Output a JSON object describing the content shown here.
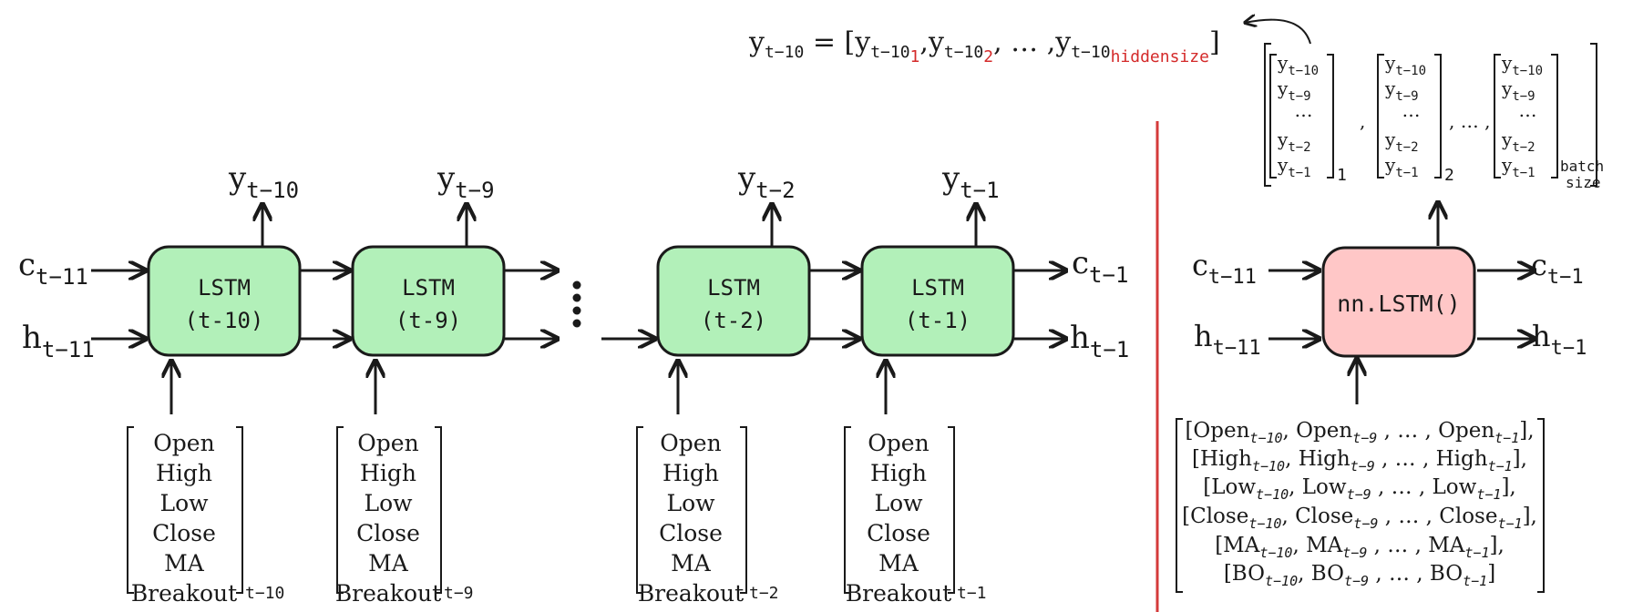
{
  "colors": {
    "cell_fill": "#b2f0b9",
    "cell_stroke": "#1a1a1a",
    "torch_fill": "#ffc7c7",
    "divider": "#d43a3a",
    "highlight_index": "#d42a2a",
    "ink": "#1a1a1a"
  },
  "top_equation": {
    "lhs_base": "y",
    "lhs_sub": "t−10",
    "equals": "=",
    "open": "[",
    "term_base": "y",
    "term_sub": "t−10",
    "idx1": "1",
    "idx2": "2",
    "idx_last": "hiddensize",
    "sep": ",",
    "ellipsis": "…",
    "close": "]"
  },
  "left_section": {
    "cells": [
      {
        "line1": "LSTM",
        "line2": "(t-10)",
        "output_base": "y",
        "output_sub": "t−10",
        "input_sub": "t−10"
      },
      {
        "line1": "LSTM",
        "line2": "(t-9)",
        "output_base": "y",
        "output_sub": "t−9",
        "input_sub": "t−9"
      },
      {
        "line1": "LSTM",
        "line2": "(t-2)",
        "output_base": "y",
        "output_sub": "t−2",
        "input_sub": "t−2"
      },
      {
        "line1": "LSTM",
        "line2": "(t-1)",
        "output_base": "y",
        "output_sub": "t−1",
        "input_sub": "t−1"
      }
    ],
    "feature_names": [
      "Open",
      "High",
      "Low",
      "Close",
      "MA",
      "Breakout"
    ],
    "c_in": {
      "base": "c",
      "sub": "t−11"
    },
    "h_in": {
      "base": "h",
      "sub": "t−11"
    },
    "c_out": {
      "base": "c",
      "sub": "t−1"
    },
    "h_out": {
      "base": "h",
      "sub": "t−1"
    },
    "vertical_ellipsis": "⋮"
  },
  "right_section": {
    "module_label": "nn.LSTM()",
    "c_in": {
      "base": "c",
      "sub": "t−11"
    },
    "h_in": {
      "base": "h",
      "sub": "t−11"
    },
    "c_out": {
      "base": "c",
      "sub": "t−1"
    },
    "h_out": {
      "base": "h",
      "sub": "t−1"
    },
    "output_vector": [
      "y",
      "y",
      "…",
      "y",
      "y"
    ],
    "output_vector_subs": [
      "t−10",
      "t−9",
      "",
      "t−2",
      "t−1"
    ],
    "batch_subs": [
      "1",
      "2",
      "batch",
      "size"
    ],
    "batch_sep": ",",
    "batch_ellipsis": ", … ,",
    "input_rows": [
      {
        "name": "Open",
        "punct": "],"
      },
      {
        "name": "High",
        "punct": "],"
      },
      {
        "name": "Low",
        "punct": "],"
      },
      {
        "name": "Close",
        "punct": "],"
      },
      {
        "name": "MA",
        "punct": "],"
      },
      {
        "name": "BO",
        "punct": "]"
      }
    ],
    "input_subs": [
      "t−10",
      "t−9",
      "t−1"
    ],
    "input_mid": ", … ,"
  }
}
